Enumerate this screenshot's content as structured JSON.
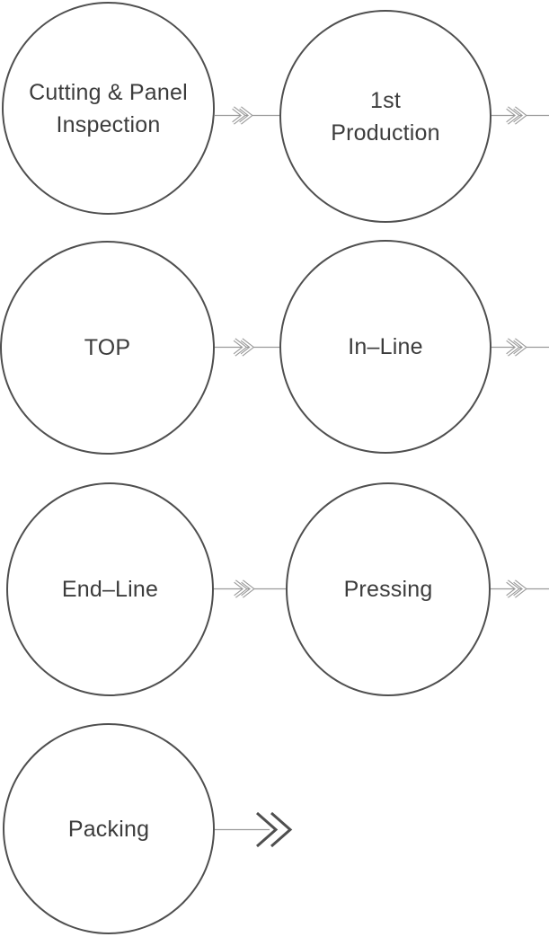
{
  "diagram": {
    "type": "process-flow",
    "nodes": [
      {
        "label": "Cutting & Panel\nInspection"
      },
      {
        "label": "1st\nProduction"
      },
      {
        "label": "TOP"
      },
      {
        "label": "In–Line"
      },
      {
        "label": "End–Line"
      },
      {
        "label": "Pressing"
      },
      {
        "label": "Packing"
      }
    ],
    "arrows": [
      {
        "position": "row-1-between-nodes",
        "icon": "double-chevron-small"
      },
      {
        "position": "row-1-right-edge",
        "icon": "double-chevron-small"
      },
      {
        "position": "row-2-between-nodes",
        "icon": "double-chevron-small"
      },
      {
        "position": "row-2-right-edge",
        "icon": "double-chevron-small"
      },
      {
        "position": "row-3-between-nodes",
        "icon": "double-chevron-small"
      },
      {
        "position": "row-3-right-edge",
        "icon": "double-chevron-small"
      },
      {
        "position": "row-4-end",
        "icon": "double-chevron-large"
      }
    ],
    "colors": {
      "background": "#ffffff",
      "circle_border": "#4f4f4f",
      "label_text": "#3c3c3c",
      "connector_line": "#9a9a9a",
      "chevron_small": "#9a9a9a",
      "chevron_large": "#4f4f4f"
    }
  }
}
